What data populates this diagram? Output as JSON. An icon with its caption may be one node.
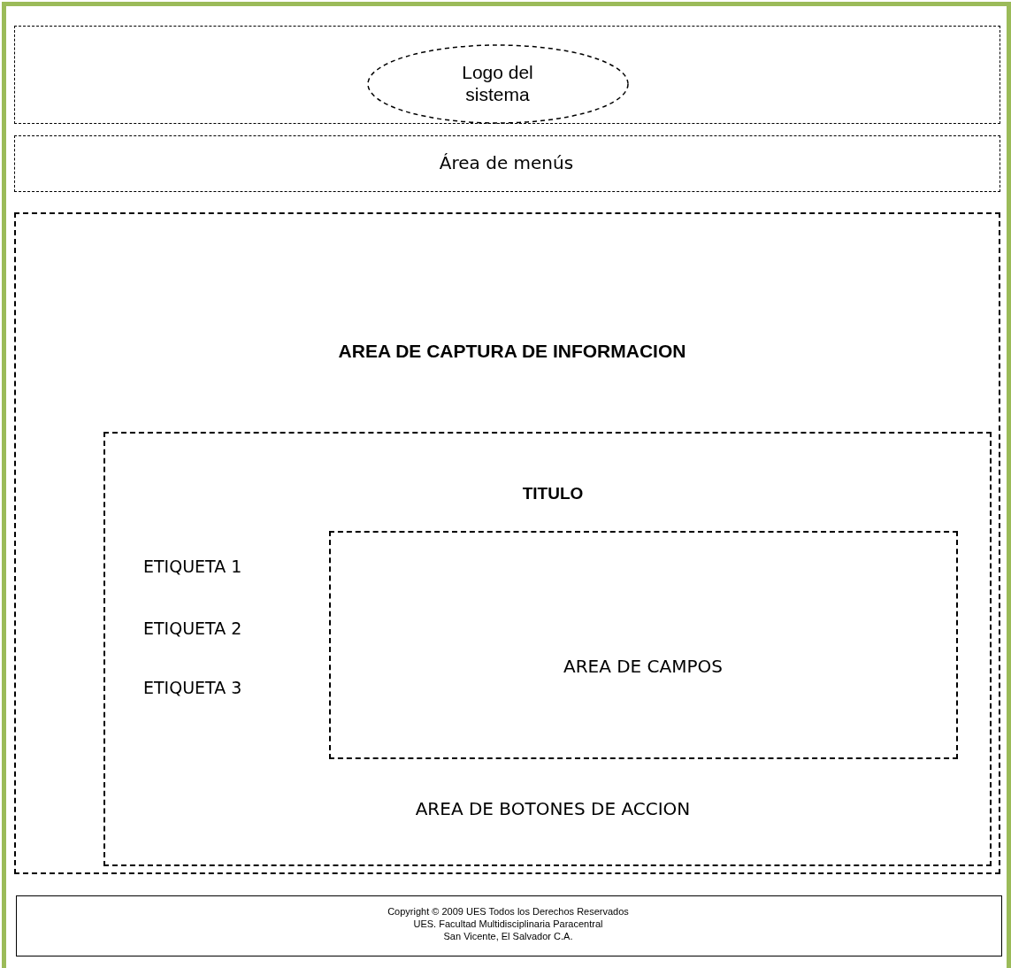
{
  "diagram": {
    "nodes": [
      {
        "text": [],
        "shape": "box"
      },
      {
        "text": [
          "Logo del sistema"
        ],
        "in": 0
      },
      {
        "text": [
          "Área de menús"
        ]
      },
      {
        "text": [
          "AREA DE CAPTURA DE INFORMACION"
        ]
      },
      {
        "text": [
          "TITULO",
          "ETIQUETA 1",
          "ETIQUETA 2",
          "ETIQUETA 3",
          "AREA DE BOTONES DE ACCION"
        ],
        "in": 3
      },
      {
        "text": [
          "AREA DE CAMPOS"
        ],
        "in": 4
      },
      {
        "text": [
          "Copyright © 2009 UES Todos los Derechos Reservados",
          "UES. Facultad Multidisciplinaria Paracentral",
          "San Vicente, El Salvador C.A."
        ]
      }
    ]
  }
}
